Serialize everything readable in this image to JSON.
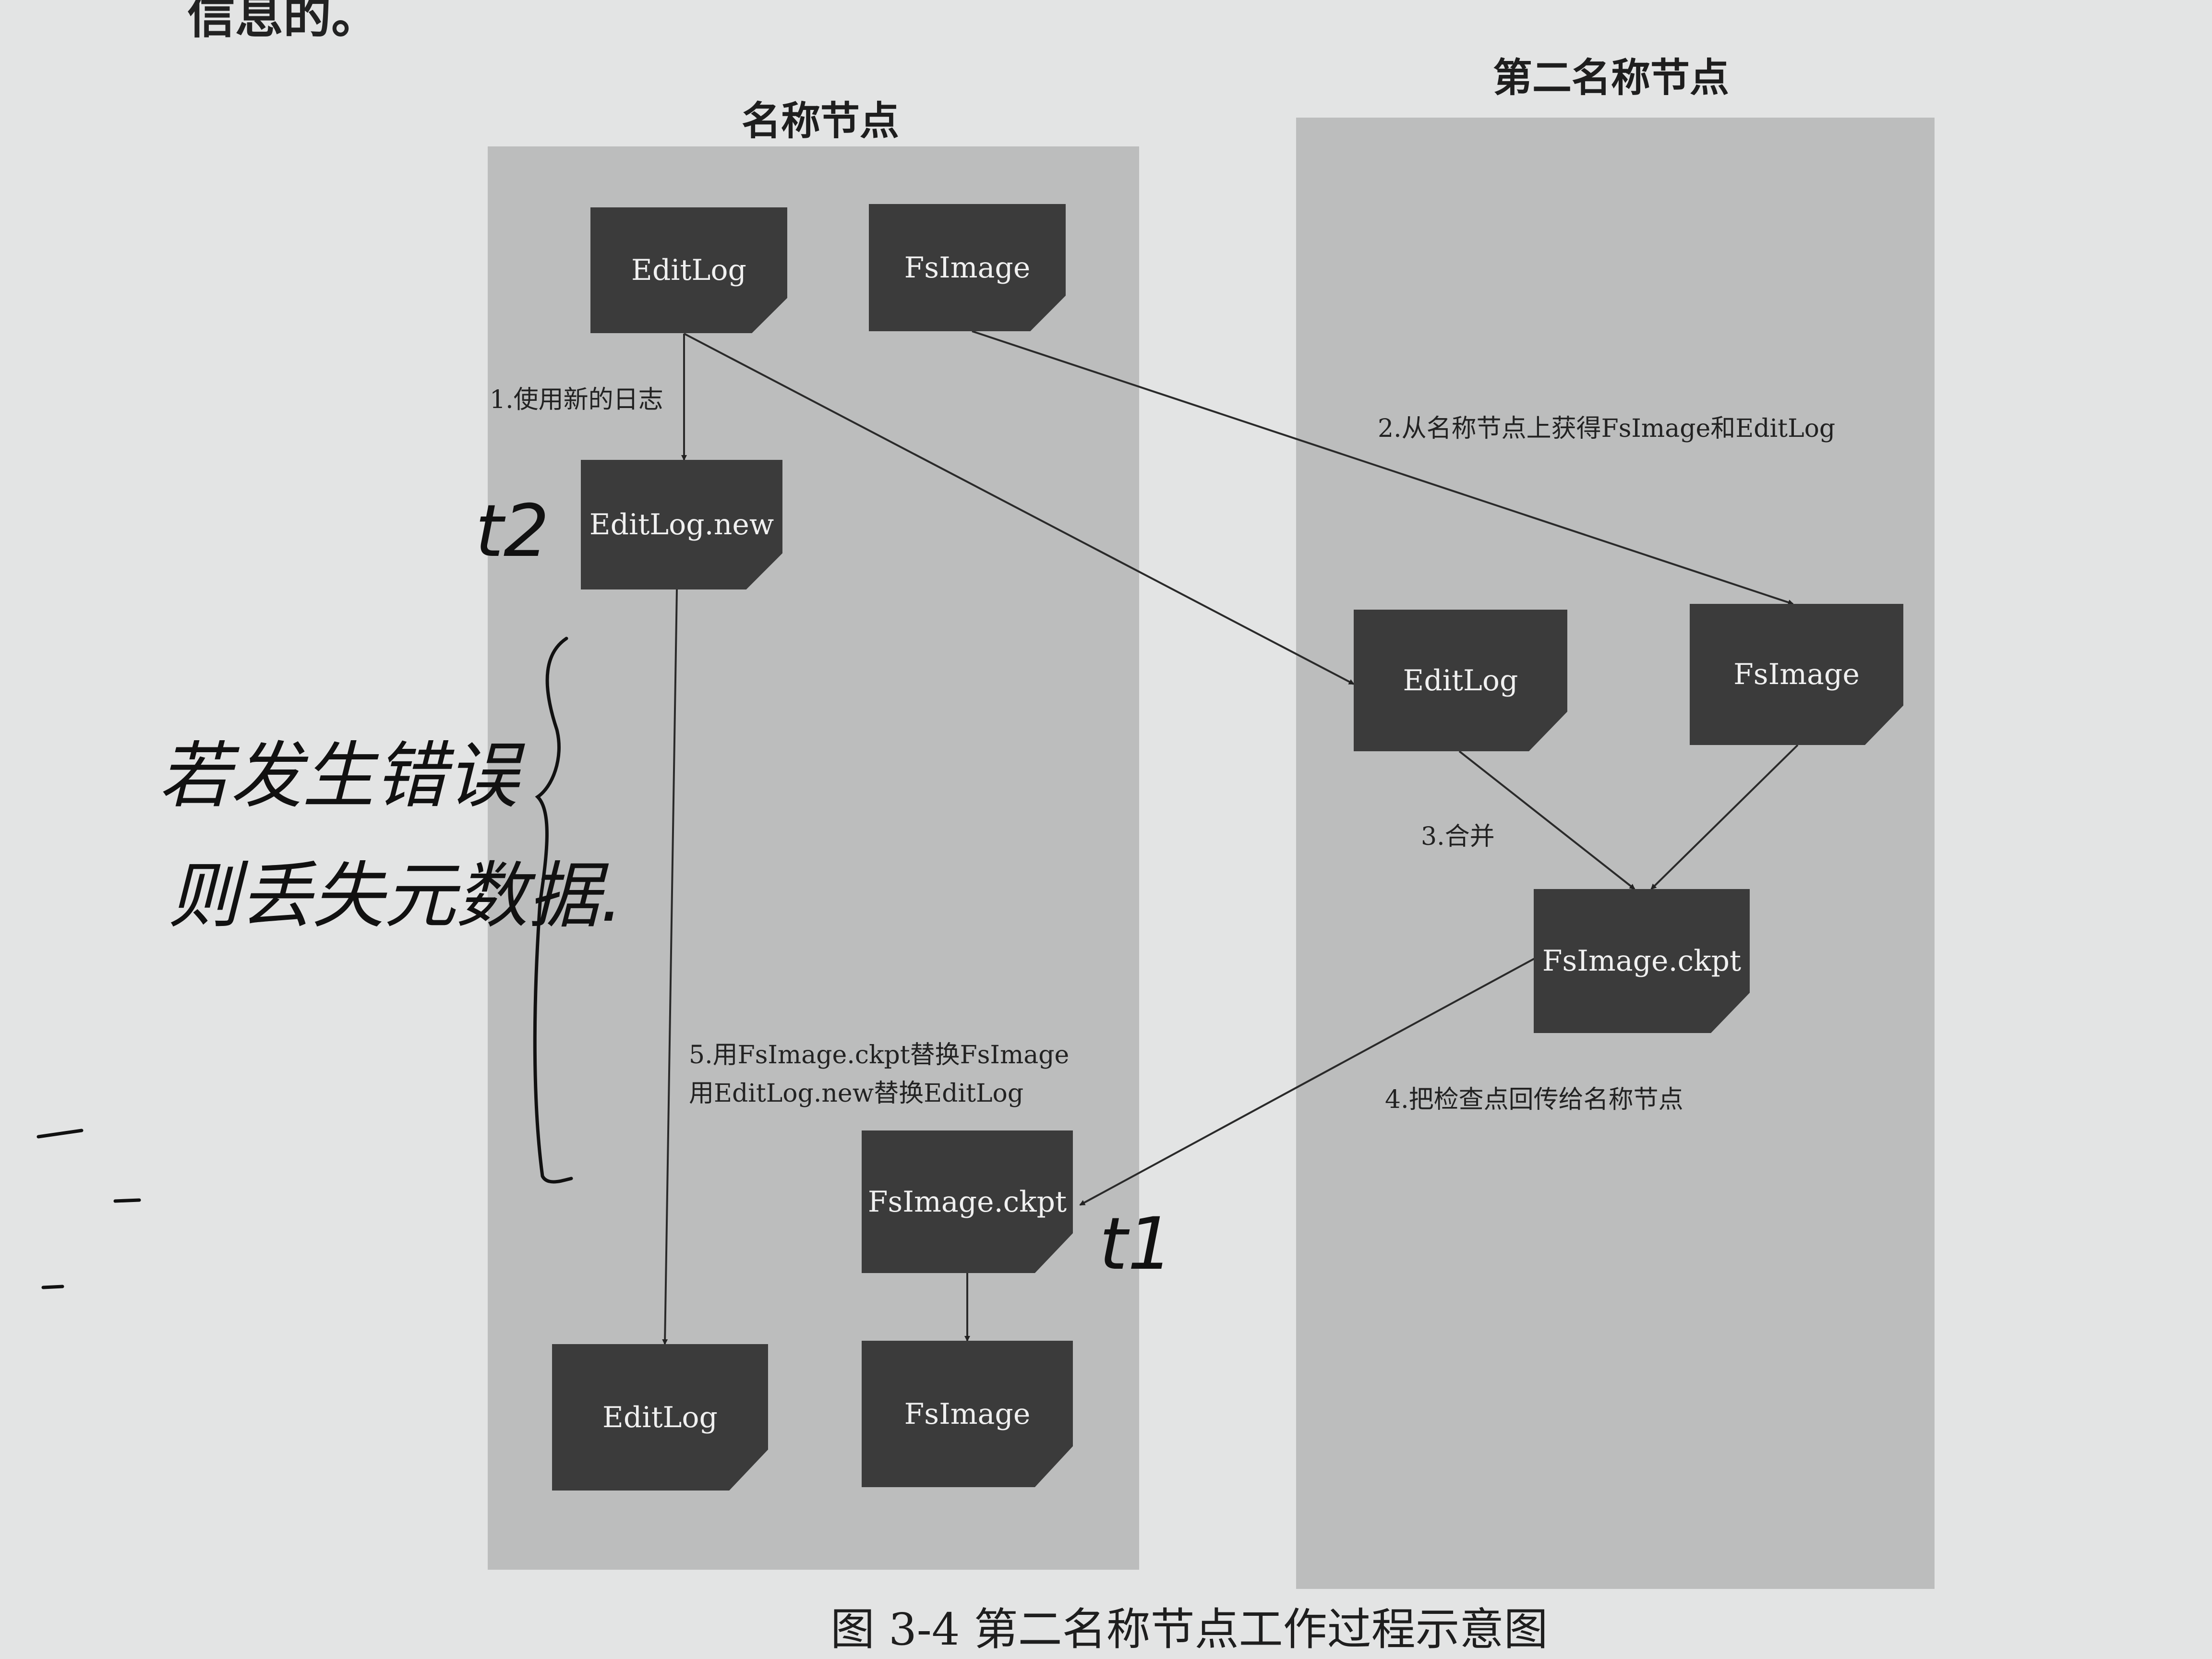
{
  "top_text": "信息的。",
  "lanes": {
    "namenode": {
      "title": "名称节点"
    },
    "secondary": {
      "title": "第二名称节点"
    }
  },
  "nodes": {
    "nn_editlog": "EditLog",
    "nn_fsimage": "FsImage",
    "nn_editlog_new": "EditLog.new",
    "nn_fsimage_ckpt": "FsImage.ckpt",
    "nn_editlog_final": "EditLog",
    "nn_fsimage_final": "FsImage",
    "snn_editlog": "EditLog",
    "snn_fsimage": "FsImage",
    "snn_fsimage_ckpt": "FsImage.ckpt"
  },
  "steps": {
    "step1": "1.使用新的日志",
    "step2": "2.从名称节点上获得FsImage和EditLog",
    "step3": "3.合并",
    "step4": "4.把检查点回传给名称节点",
    "step5_line1": "5.用FsImage.ckpt替换FsImage",
    "step5_line2": "用EditLog.new替换EditLog"
  },
  "annotations": {
    "t2": "t2",
    "t1": "t1",
    "note_line1": "若发生错误",
    "note_line2": "则丢失元数据."
  },
  "caption": "图 3-4    第二名称节点工作过程示意图"
}
